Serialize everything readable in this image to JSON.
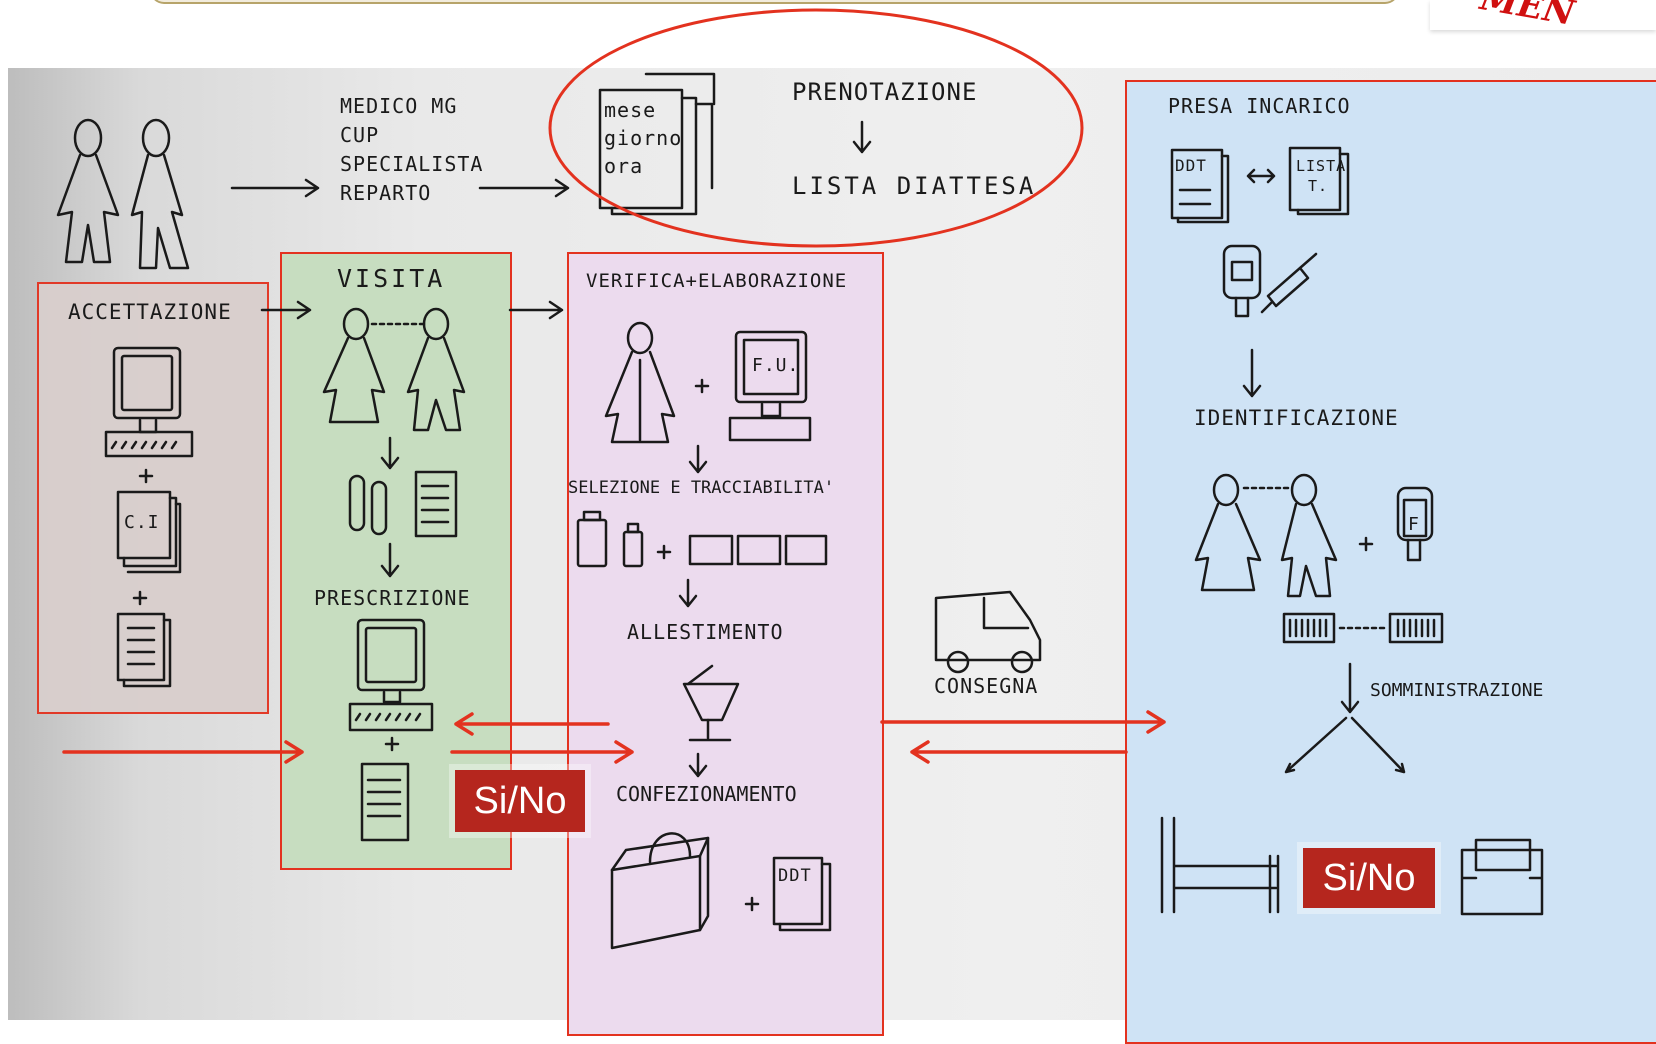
{
  "header": {
    "logo_text": "MEN"
  },
  "flow": {
    "sources": [
      "MEDICO MG",
      "CUP",
      "SPECIALISTA",
      "REPARTO"
    ],
    "booking_card": [
      "mese",
      "giorno",
      "ora"
    ],
    "prenotazione": "PRENOTAZIONE",
    "lista_attesa": "LISTA DIATTESA"
  },
  "accettazione": {
    "title": "ACCETTAZIONE",
    "doc_label": "C.I"
  },
  "visita": {
    "title": "VISITA",
    "prescrizione": "PRESCRIZIONE",
    "decision": "Si/No"
  },
  "verifica": {
    "title": "VERIFICA+ELABORAZIONE",
    "fu_label": "F.U.",
    "selezione": "SELEZIONE E TRACCIABILITA'",
    "allestimento": "ALLESTIMENTO",
    "confezionamento": "CONFEZIONAMENTO",
    "ddt": "DDT"
  },
  "consegna": {
    "label": "CONSEGNA"
  },
  "presa_incarico": {
    "title": "PRESA INCARICO",
    "ddt": "DDT",
    "lista": [
      "LISTA",
      "T."
    ],
    "identificazione": "IDENTIFICAZIONE",
    "f_label": "F",
    "somministrazione": "SOMMINISTRAZIONE",
    "decision": "Si/No"
  },
  "colors": {
    "red": "#e3321f",
    "green_zone": "#c7ddc0",
    "pink_zone": "#ecdbee",
    "blue_zone": "#cfe3f5",
    "brown_zone": "#d9cfcd",
    "badge": "#b5261e"
  }
}
